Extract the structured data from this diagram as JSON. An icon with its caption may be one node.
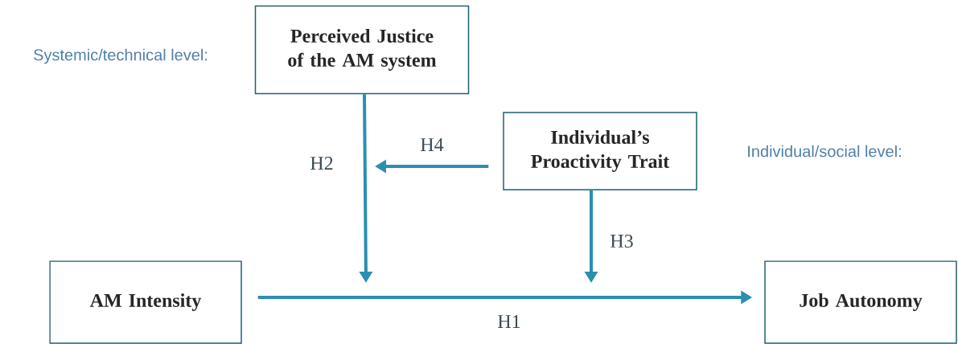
{
  "diagram": {
    "nodes": [
      {
        "text": [
          "Perceived Justice of the AM system"
        ],
        "beside": [
          "Systemic/technical level:"
        ]
      },
      {
        "text": [
          "Individual’s Proactivity Trait"
        ],
        "beside": [
          "Individual/social level:"
        ]
      },
      {
        "text": [
          "AM Intensity"
        ]
      },
      {
        "text": [
          "Job Autonomy"
        ]
      }
    ],
    "edges": [
      {
        "from": 2,
        "to": 3,
        "arrow": "to",
        "label": "H1"
      },
      {
        "from": 0,
        "to": null,
        "arrow": "to",
        "label": "H2"
      },
      {
        "from": 1,
        "to": null,
        "arrow": "to",
        "label": "H3"
      },
      {
        "from": 1,
        "to": null,
        "arrow": "to",
        "label": "H4"
      }
    ]
  }
}
